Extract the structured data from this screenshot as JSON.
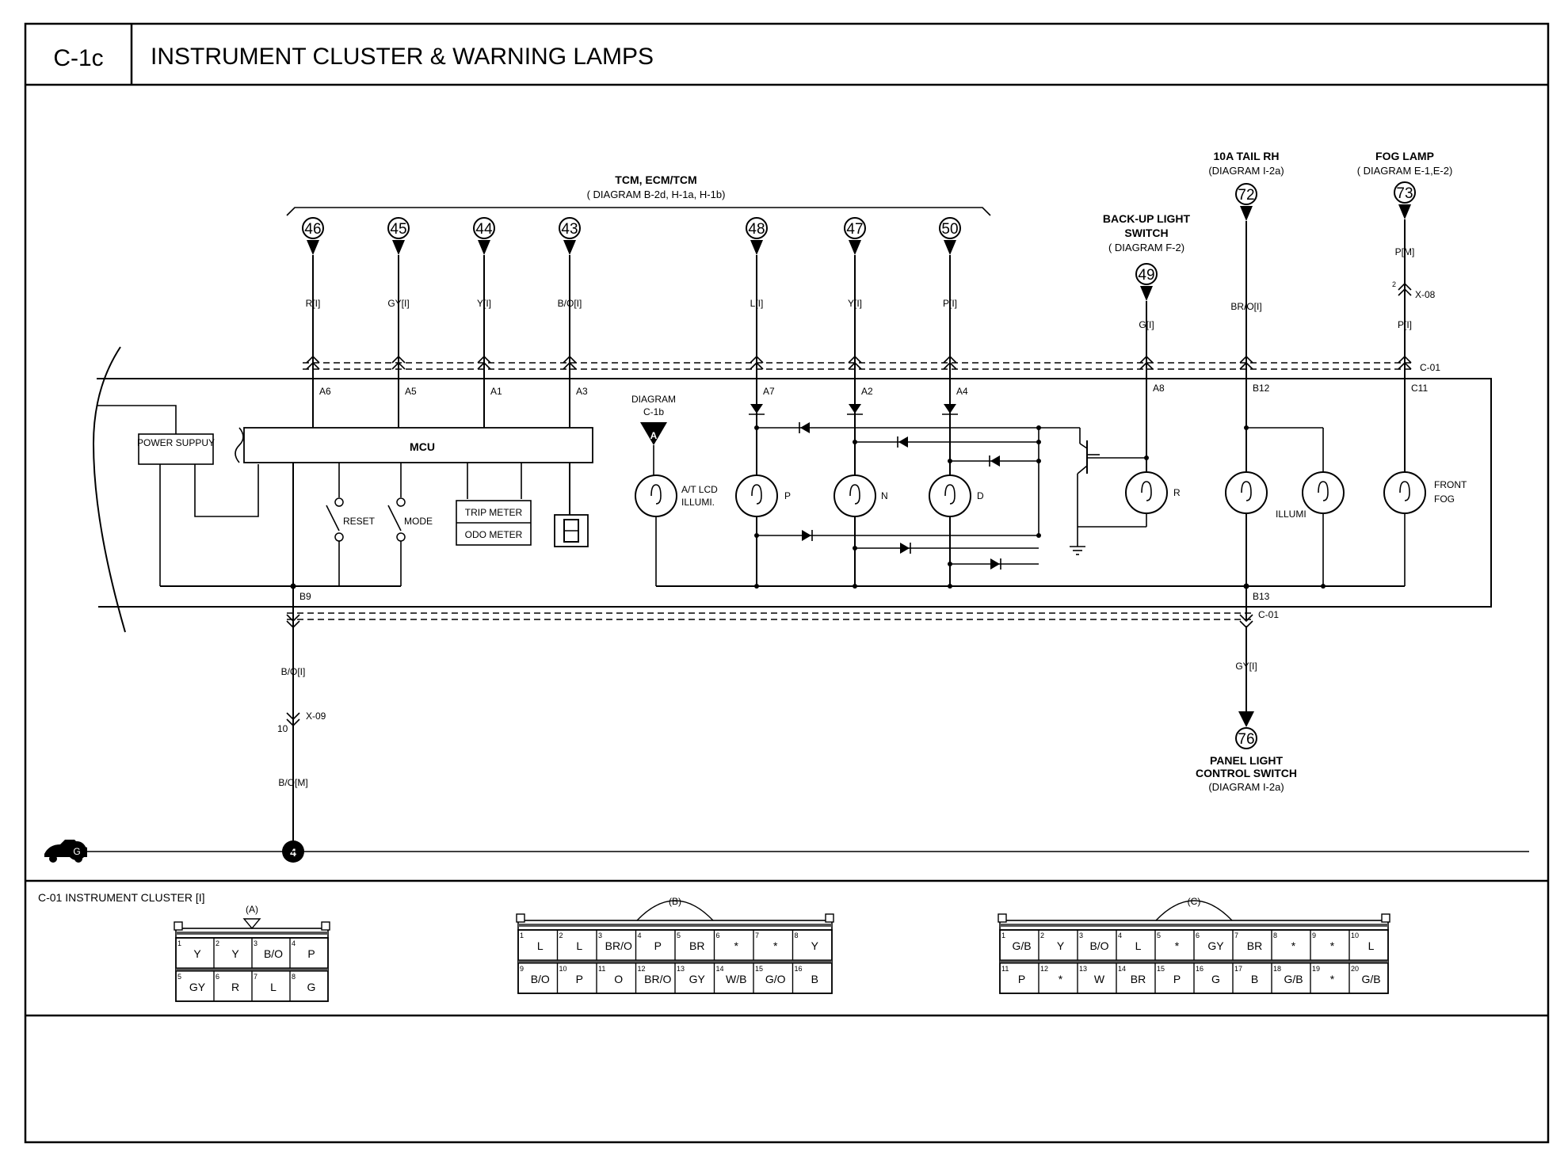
{
  "header": {
    "code": "C-1c",
    "title": "INSTRUMENT CLUSTER & WARNING LAMPS"
  },
  "top_group": {
    "title": "TCM, ECM/TCM",
    "ref": "( DIAGRAM B-2d, H-1a, H-1b)"
  },
  "inputs": [
    {
      "num": "46",
      "wire": "R[I]",
      "pin": "A6"
    },
    {
      "num": "45",
      "wire": "GY[I]",
      "pin": "A5"
    },
    {
      "num": "44",
      "wire": "Y[I]",
      "pin": "A1"
    },
    {
      "num": "43",
      "wire": "B/O[I]",
      "pin": "A3"
    },
    {
      "num": "48",
      "wire": "L[I]",
      "pin": "A7"
    },
    {
      "num": "47",
      "wire": "Y[I]",
      "pin": "A2"
    },
    {
      "num": "50",
      "wire": "P[I]",
      "pin": "A4"
    }
  ],
  "backup": {
    "title1": "BACK-UP LIGHT",
    "title2": "SWITCH",
    "ref": "( DIAGRAM F-2)",
    "num": "49",
    "wire": "G[I]",
    "pin": "A8"
  },
  "tail": {
    "title": "10A TAIL RH",
    "ref": "(DIAGRAM I-2a)",
    "num": "72",
    "wire": "BR/O[I]",
    "pin": "B12"
  },
  "fog": {
    "title": "FOG LAMP",
    "ref": "( DIAGRAM E-1,E-2)",
    "num": "73",
    "wire_top": "P[M]",
    "conn_pin": "2",
    "conn": "X-08",
    "wire_bot": "P[I]",
    "pin": "C11"
  },
  "cluster_conn": "C-01",
  "internals": {
    "power": "POWER SUPPUY",
    "mcu": "MCU",
    "reset": "RESET",
    "mode": "MODE",
    "trip": "TRIP METER",
    "odo": "ODO METER",
    "diagram_ref1": "DIAGRAM",
    "diagram_ref2": "C-1b",
    "diagram_letter": "A",
    "lcd1": "A/T LCD",
    "lcd2": "ILLUMI.",
    "lamp_p": "P",
    "lamp_n": "N",
    "lamp_d": "D",
    "lamp_r": "R",
    "illumi": "ILLUMI",
    "front": "FRONT",
    "fog": "FOG"
  },
  "bottom_left": {
    "pin": "B9",
    "wire_top": "B/O[I]",
    "conn_pin": "10",
    "conn": "X-09",
    "wire_bot": "B/O[M]",
    "ground_num": "4",
    "ground_letter": "G"
  },
  "bottom_right": {
    "pin": "B13",
    "conn": "C-01",
    "wire": "GY[I]",
    "num": "76",
    "title1": "PANEL LIGHT",
    "title2": "CONTROL SWITCH",
    "ref": "(DIAGRAM I-2a)"
  },
  "connector_section": {
    "title": "C-01 INSTRUMENT CLUSTER [I]",
    "connectors": [
      {
        "label": "(A)",
        "rows": [
          [
            {
              "n": "1",
              "v": "Y"
            },
            {
              "n": "2",
              "v": "Y"
            },
            {
              "n": "3",
              "v": "B/O"
            },
            {
              "n": "4",
              "v": "P"
            }
          ],
          [
            {
              "n": "5",
              "v": "GY"
            },
            {
              "n": "6",
              "v": "R"
            },
            {
              "n": "7",
              "v": "L"
            },
            {
              "n": "8",
              "v": "G"
            }
          ]
        ]
      },
      {
        "label": "(B)",
        "rows": [
          [
            {
              "n": "1",
              "v": "L"
            },
            {
              "n": "2",
              "v": "L"
            },
            {
              "n": "3",
              "v": "BR/O"
            },
            {
              "n": "4",
              "v": "P"
            },
            {
              "n": "5",
              "v": "BR"
            },
            {
              "n": "6",
              "v": "*"
            },
            {
              "n": "7",
              "v": "*"
            },
            {
              "n": "8",
              "v": "Y"
            }
          ],
          [
            {
              "n": "9",
              "v": "B/O"
            },
            {
              "n": "10",
              "v": "P"
            },
            {
              "n": "11",
              "v": "O"
            },
            {
              "n": "12",
              "v": "BR/O"
            },
            {
              "n": "13",
              "v": "GY"
            },
            {
              "n": "14",
              "v": "W/B"
            },
            {
              "n": "15",
              "v": "G/O"
            },
            {
              "n": "16",
              "v": "B"
            }
          ]
        ]
      },
      {
        "label": "(C)",
        "rows": [
          [
            {
              "n": "1",
              "v": "G/B"
            },
            {
              "n": "2",
              "v": "Y"
            },
            {
              "n": "3",
              "v": "B/O"
            },
            {
              "n": "4",
              "v": "L"
            },
            {
              "n": "5",
              "v": "*"
            },
            {
              "n": "6",
              "v": "GY"
            },
            {
              "n": "7",
              "v": "BR"
            },
            {
              "n": "8",
              "v": "*"
            },
            {
              "n": "9",
              "v": "*"
            },
            {
              "n": "10",
              "v": "L"
            }
          ],
          [
            {
              "n": "11",
              "v": "P"
            },
            {
              "n": "12",
              "v": "*"
            },
            {
              "n": "13",
              "v": "W"
            },
            {
              "n": "14",
              "v": "BR"
            },
            {
              "n": "15",
              "v": "P"
            },
            {
              "n": "16",
              "v": "G"
            },
            {
              "n": "17",
              "v": "B"
            },
            {
              "n": "18",
              "v": "G/B"
            },
            {
              "n": "19",
              "v": "*"
            },
            {
              "n": "20",
              "v": "G/B"
            }
          ]
        ]
      }
    ]
  }
}
